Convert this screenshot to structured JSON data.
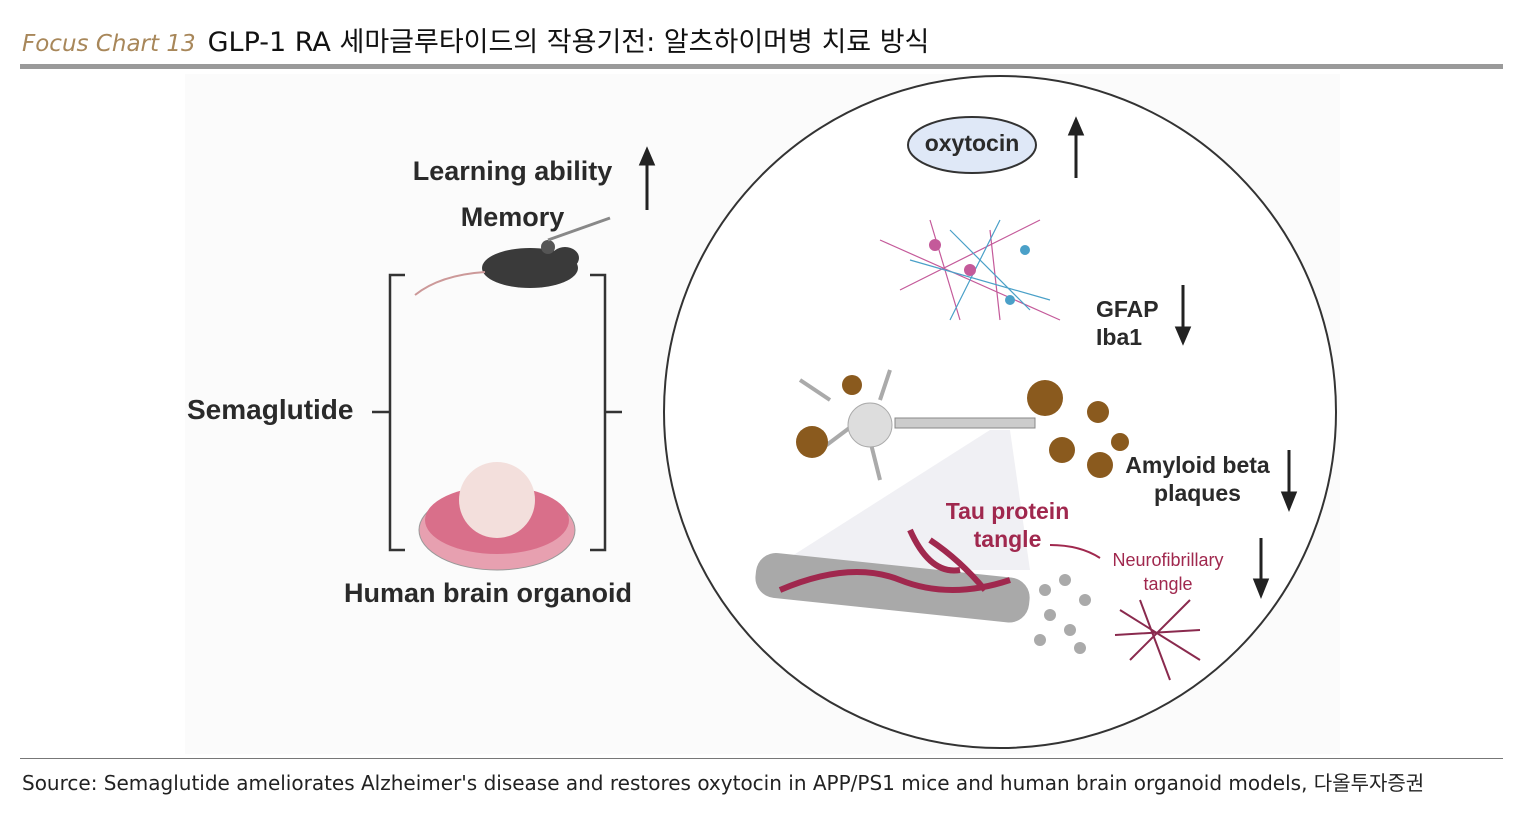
{
  "header": {
    "chart_number": "Focus Chart 13",
    "title": "GLP-1 RA 세마글루타이드의 작용기전: 알츠하이머병 치료 방식"
  },
  "diagram": {
    "left": {
      "effect_line1": "Learning ability",
      "effect_line2": "Memory",
      "drug": "Semaglutide",
      "organoid": "Human brain organoid"
    },
    "circle": {
      "oxytocin": "oxytocin",
      "gfap": "GFAP",
      "iba1": "Iba1",
      "amyloid_line1": "Amyloid beta",
      "amyloid_line2": "plaques",
      "tau_line1": "Tau protein",
      "tau_line2": "tangle",
      "nft_line1": "Neurofibrillary",
      "nft_line2": "tangle"
    }
  },
  "footer": {
    "source": "Source: Semaglutide ameliorates Alzheimer's disease and restores oxytocin in APP/PS1 mice and human brain organoid models, 다올투자증권"
  },
  "colors": {
    "accent": "#a8875a",
    "rule": "#9a9a9a",
    "tau": "#a0284e",
    "plaque": "#8a5a1e"
  }
}
